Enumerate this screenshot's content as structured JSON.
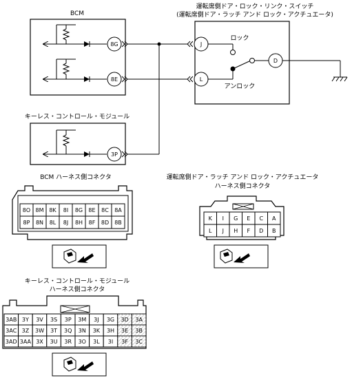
{
  "bcm": {
    "title": "BCM",
    "terminals": [
      "8G",
      "8E"
    ]
  },
  "switch": {
    "title_line1": "運転席側ドア・ロック・リンク・スイッチ",
    "title_line2": "(運転席側ドア・ラッチ アンド ロック・アクチュエータ)",
    "terminals": [
      "J",
      "L",
      "D"
    ],
    "lock_label": "ロック",
    "unlock_label": "アンロック"
  },
  "keyless": {
    "title": "キーレス・コントロール・モジュール",
    "terminal": "3P"
  },
  "bcm_connector": {
    "title": "BCM ハーネス側コネクタ",
    "rows": [
      [
        "8O",
        "8M",
        "8K",
        "8I",
        "8G",
        "8E",
        "8C",
        "8A"
      ],
      [
        "8P",
        "8N",
        "8L",
        "8J",
        "8H",
        "8F",
        "8D",
        "8B"
      ]
    ]
  },
  "actuator_connector": {
    "title_line1": "運転席側ドア・ラッチ アンド ロック・アクチュエータ",
    "title_line2": "ハーネス側コネクタ",
    "rows": [
      [
        "K",
        "I",
        "G",
        "E",
        "C",
        "A"
      ],
      [
        "L",
        "J",
        "H",
        "F",
        "D",
        "B"
      ]
    ]
  },
  "keyless_connector": {
    "title_line1": "キーレス・コントロール・モジュール",
    "title_line2": "ハーネス側コネクタ",
    "rows": [
      [
        "3AB",
        "3Y",
        "3V",
        "3S",
        "3P",
        "3M",
        "3J",
        "3G",
        "3D",
        "3A"
      ],
      [
        "3AC",
        "3Z",
        "3W",
        "3T",
        "3Q",
        "3N",
        "3K",
        "3H",
        "3E",
        "3B"
      ],
      [
        "3AD",
        "3AA",
        "3X",
        "3U",
        "3R",
        "3O",
        "3L",
        "3I",
        "3F",
        "3C"
      ]
    ]
  }
}
